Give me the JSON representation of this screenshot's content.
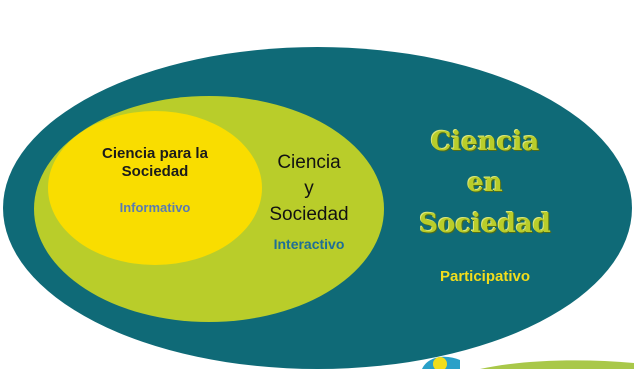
{
  "diagram": {
    "inner": {
      "title_lines": [
        "Ciencia para la",
        "Sociedad"
      ],
      "subtitle": "Informativo",
      "color": "#f9dd00"
    },
    "middle": {
      "title_lines": [
        "Ciencia",
        "y",
        "Sociedad"
      ],
      "subtitle": "Interactivo",
      "color": "#b9cd2a"
    },
    "outer": {
      "title_lines": [
        "Ciencia",
        "en",
        "Sociedad"
      ],
      "subtitle": "Participativo",
      "color": "#0f6a77"
    }
  },
  "logo": {
    "icon": "partial-logo-icon"
  }
}
